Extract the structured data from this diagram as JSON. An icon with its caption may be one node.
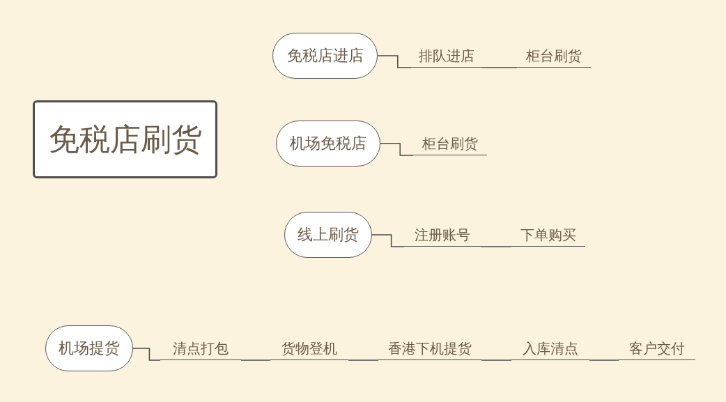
{
  "diagram": {
    "nodes": [
      {
        "text": [
          "免税店刷货"
        ]
      },
      {
        "text": [
          "免税店进店"
        ]
      },
      {
        "text": [
          "排队进店"
        ]
      },
      {
        "text": [
          "柜台刷货"
        ]
      },
      {
        "text": [
          "机场免税店"
        ]
      },
      {
        "text": [
          "柜台刷货"
        ]
      },
      {
        "text": [
          "线上刷货"
        ]
      },
      {
        "text": [
          "注册账号"
        ]
      },
      {
        "text": [
          "下单购买"
        ]
      },
      {
        "text": [
          "机场提货"
        ]
      },
      {
        "text": [
          "清点打包"
        ]
      },
      {
        "text": [
          "货物登机"
        ]
      },
      {
        "text": [
          "香港下机提货"
        ]
      },
      {
        "text": [
          "入库清点"
        ]
      },
      {
        "text": [
          "客户交付"
        ]
      }
    ],
    "edges": [
      {
        "from": 1,
        "to": 2,
        "arrow": "none"
      },
      {
        "from": 2,
        "to": 3,
        "arrow": "none"
      },
      {
        "from": 4,
        "to": 5,
        "arrow": "none"
      },
      {
        "from": 6,
        "to": 7,
        "arrow": "none"
      },
      {
        "from": 7,
        "to": 8,
        "arrow": "none"
      },
      {
        "from": 9,
        "to": 10,
        "arrow": "none"
      },
      {
        "from": 10,
        "to": 11,
        "arrow": "none"
      },
      {
        "from": 11,
        "to": 12,
        "arrow": "none"
      },
      {
        "from": 12,
        "to": 13,
        "arrow": "none"
      },
      {
        "from": 13,
        "to": 14,
        "arrow": "none"
      }
    ]
  }
}
